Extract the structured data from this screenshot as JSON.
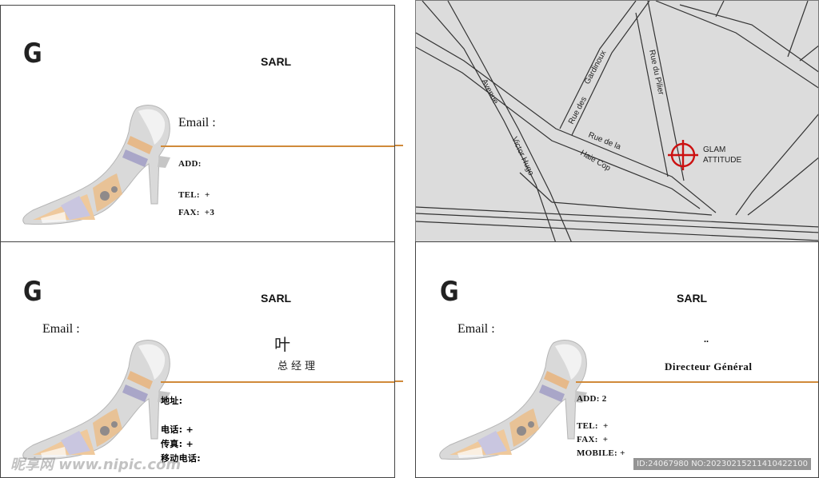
{
  "card1": {
    "logo": "G",
    "company": "SARL",
    "email_label": "Email :",
    "add_label": "ADD:",
    "tel_label": "TEL:",
    "tel_value": "+",
    "fax_label": "FAX:",
    "fax_value": "+3"
  },
  "map": {
    "streets": [
      "Avenue",
      "Victor Hugo",
      "Rue des",
      "Gardinoux",
      "Rue du Pilier",
      "Rue de la",
      "Haie Cop"
    ],
    "marker_line1": "GLAM",
    "marker_line2": "ATTITUDE",
    "background": "#dcdcdc"
  },
  "card3": {
    "logo": "G",
    "company": "SARL",
    "email_label": "Email :",
    "name": "叶",
    "title": "总经理",
    "address_label": "地址:",
    "phone_label": "电话:",
    "phone_value": "+",
    "fax_label": "传真:",
    "fax_value": "+",
    "mobile_label": "移动电话:"
  },
  "card4": {
    "logo": "G",
    "company": "SARL",
    "email_label": "Email :",
    "name": "..",
    "title": "Directeur Général",
    "add_label": "ADD:",
    "add_value": "2",
    "tel_label": "TEL:",
    "tel_value": "+",
    "fax_label": "FAX:",
    "fax_value": "+",
    "mobile_label": "MOBILE:",
    "mobile_value": "+"
  },
  "watermark": {
    "left": "昵享网 www.nipic.com",
    "right": "ID:24067980 NO:20230215211410422100"
  },
  "colors": {
    "accent_line": "#d08a3a",
    "marker": "#cc1111"
  }
}
